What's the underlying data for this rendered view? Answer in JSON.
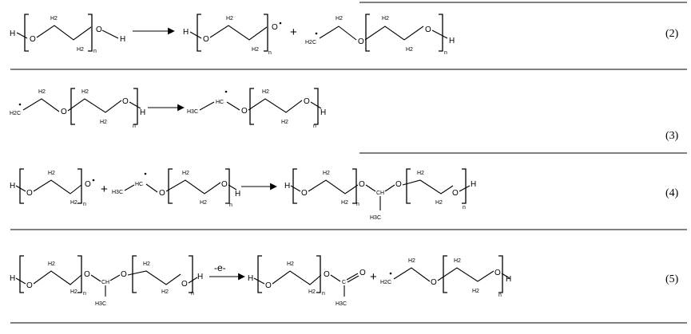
{
  "atoms": {
    "H": "H",
    "O": "O",
    "CH2": "H2",
    "sub_n": "n",
    "CH": "CH",
    "HC": "HC",
    "CH3": "H3C",
    "H3C_left": "H3C",
    "C": "C",
    "H2C_radical": "H2C",
    "plus": "+"
  },
  "electron_loss": "-e-",
  "equations": [
    {
      "id": "eq2",
      "number": "(2)"
    },
    {
      "id": "eq3",
      "number": "(3)"
    },
    {
      "id": "eq4",
      "number": "(4)"
    },
    {
      "id": "eq5",
      "number": "(5)"
    }
  ]
}
